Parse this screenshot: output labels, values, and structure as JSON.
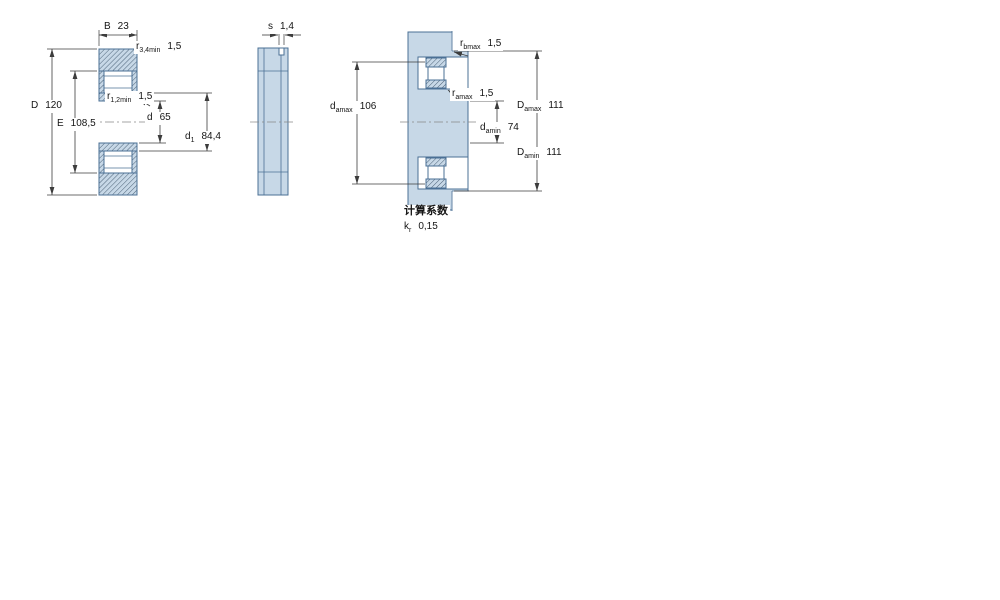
{
  "colors": {
    "part-fill": "#c7d8e7",
    "part-stroke": "#4b7095",
    "dim-color": "#3c3c3c",
    "text-color": "#151515"
  },
  "labels": {
    "B": {
      "base": "B",
      "sub": "",
      "value": "23"
    },
    "r34": {
      "base": "r",
      "sub": "3,4min",
      "value": "1,5"
    },
    "D": {
      "base": "D",
      "sub": "",
      "value": "120"
    },
    "E": {
      "base": "E",
      "sub": "",
      "value": "108,5"
    },
    "r12": {
      "base": "r",
      "sub": "1,2min",
      "value": "1,5"
    },
    "d": {
      "base": "d",
      "sub": "",
      "value": "65"
    },
    "d1": {
      "base": "d",
      "sub": "1",
      "value": "84,4"
    },
    "s": {
      "base": "s",
      "sub": "",
      "value": "1,4"
    },
    "rb": {
      "base": "r",
      "sub": "bmax",
      "value": "1,5"
    },
    "damax": {
      "base": "d",
      "sub": "amax",
      "value": "106"
    },
    "ramax": {
      "base": "r",
      "sub": "amax",
      "value": "1,5"
    },
    "Damax": {
      "base": "D",
      "sub": "amax",
      "value": "111"
    },
    "damin": {
      "base": "d",
      "sub": "amin",
      "value": "74"
    },
    "Damin": {
      "base": "D",
      "sub": "amin",
      "value": "111"
    },
    "kr": {
      "base": "k",
      "sub": "r",
      "value": "0,15"
    }
  },
  "notes": {
    "heading": "计算系数"
  }
}
